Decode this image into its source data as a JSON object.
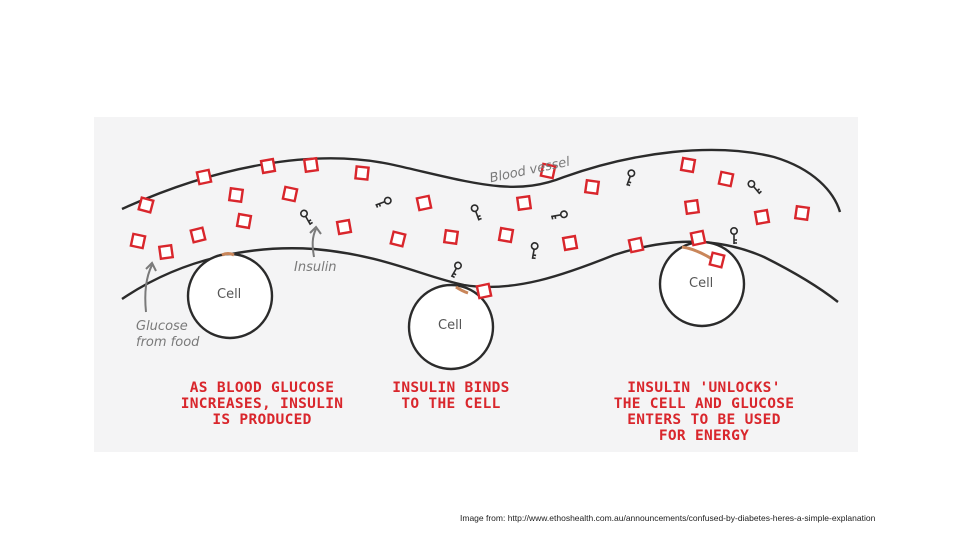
{
  "labels": {
    "blood_vessel": "Blood vessel",
    "insulin": "Insulin",
    "glucose_from_food": "Glucose\nfrom food",
    "cell": "Cell"
  },
  "captions": {
    "stage1": "AS BLOOD GLUCOSE\nINCREASES, INSULIN\nIS PRODUCED",
    "stage2": "INSULIN BINDS\nTO THE CELL",
    "stage3": "INSULIN 'UNLOCKS'\nTHE CELL AND GLUCOSE\nENTERS TO BE USED\nFOR ENERGY"
  },
  "credit": "Image from: http://www.ethoshealth.com.au/announcements/confused-by-diabetes-heres-a-simple-explanation",
  "colors": {
    "glucose": "#d9262c",
    "caption": "#d9262c",
    "outline": "#2b2b2b",
    "receptor": "#c9865a",
    "annotation": "#7a7a7a"
  }
}
